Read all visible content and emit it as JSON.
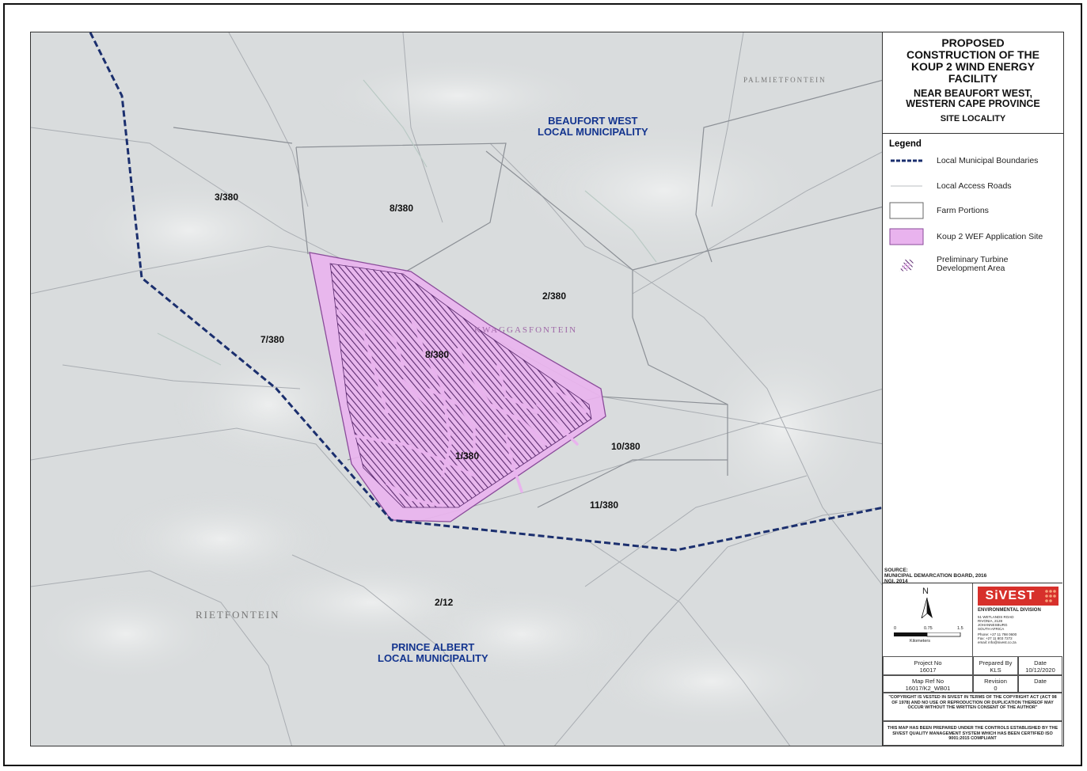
{
  "map": {
    "municipalities": {
      "north": [
        "BEAUFORT WEST",
        "LOCAL MUNICIPALITY"
      ],
      "south": [
        "PRINCE ALBERT",
        "LOCAL MUNICIPALITY"
      ]
    },
    "farm_labels": [
      "3/380",
      "8/380",
      "2/380",
      "7/380",
      "8/380",
      "1/380",
      "10/380",
      "11/380",
      "2/12"
    ],
    "place_names": [
      "RIETFONTEIN",
      "PALMIETFONTEIN",
      "KWAGGASFONTEIN"
    ]
  },
  "title": {
    "main_lines": [
      "PROPOSED",
      "CONSTRUCTION OF THE",
      "KOUP 2 WIND ENERGY",
      "FACILITY"
    ],
    "sub_lines": [
      "NEAR BEAUFORT WEST,",
      "WESTERN CAPE PROVINCE"
    ],
    "locality": "SITE LOCALITY"
  },
  "legend": {
    "heading": "Legend",
    "items": [
      {
        "label": "Local Municipal Boundaries",
        "symbol": "dashed-navy-line",
        "color": "#1b2f6e"
      },
      {
        "label": "Local Access Roads",
        "symbol": "thin-gray-line",
        "color": "#b8bcc0"
      },
      {
        "label": "Farm Portions",
        "symbol": "outline-box",
        "color": "#666666"
      },
      {
        "label": "Koup 2 WEF Application Site",
        "symbol": "filled-box",
        "color": "#e9b3ee"
      },
      {
        "label": "Preliminary Turbine\nDevelopment Area",
        "symbol": "hatch",
        "color": "#5a2a6e"
      }
    ]
  },
  "source": [
    "SOURCE:",
    "MUNICIPAL DEMARCATION BOARD, 2016",
    "NGI, 2014"
  ],
  "scale": {
    "north": "N",
    "ticks": [
      "0",
      "0.75",
      "1.5"
    ],
    "unit": "Kilometers"
  },
  "company": {
    "name": "SiVEST",
    "division": "ENVIRONMENTAL DIVISION",
    "address": [
      "51 WETLANDS ROAD",
      "RIVONIA, 2128",
      "JOHANNESBURG",
      "SOUTH AFRICA"
    ],
    "contact": [
      "Phone: +27 11 798 0600",
      "Fax: +27 11 803 7272",
      "email: info@sivest.co.za"
    ],
    "accent": "#d7302b"
  },
  "info_table": {
    "project_no_label": "Project No",
    "project_no": "16017",
    "prepared_by_label": "Prepared By",
    "prepared_by": "KLS",
    "date_label": "Date",
    "date": "10/12/2020",
    "map_ref_label": "Map Ref No",
    "map_ref": "16017/K2_WB01",
    "revision_label": "Revision",
    "revision": "0",
    "date2_label": "Date",
    "date2": ""
  },
  "copyright": "\"COPYRIGHT IS VESTED IN SIVEST IN TERMS OF THE COPYRIGHT ACT (ACT 98 OF 1978) AND NO USE OR REPRODUCTION OR DUPLICATION THEREOF MAY OCCUR WITHOUT THE WRITTEN CONSENT OF THE AUTHOR\"",
  "quality": "THIS MAP HAS BEEN PREPARED UNDER THE CONTROLS ESTABLISHED BY THE SIVEST QUALITY MANAGEMENT SYSTEM WHICH HAS BEEN CERTIFIED ISO 9001:2015 COMPLIANT"
}
